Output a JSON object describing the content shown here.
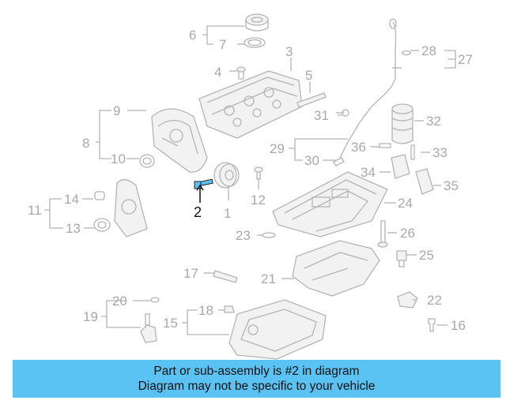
{
  "highlight_color": "#5bc2f4",
  "banner": {
    "line1": "Part or sub-assembly is #2 in diagram",
    "line2": "Diagram may not be specific to your vehicle"
  },
  "highlighted_part": "2",
  "callouts": [
    "1",
    "2",
    "3",
    "4",
    "5",
    "6",
    "7",
    "8",
    "9",
    "10",
    "11",
    "12",
    "13",
    "14",
    "15",
    "16",
    "17",
    "18",
    "19",
    "20",
    "21",
    "22",
    "23",
    "24",
    "25",
    "26",
    "27",
    "28",
    "29",
    "30",
    "31",
    "32",
    "33",
    "34",
    "35",
    "36"
  ]
}
